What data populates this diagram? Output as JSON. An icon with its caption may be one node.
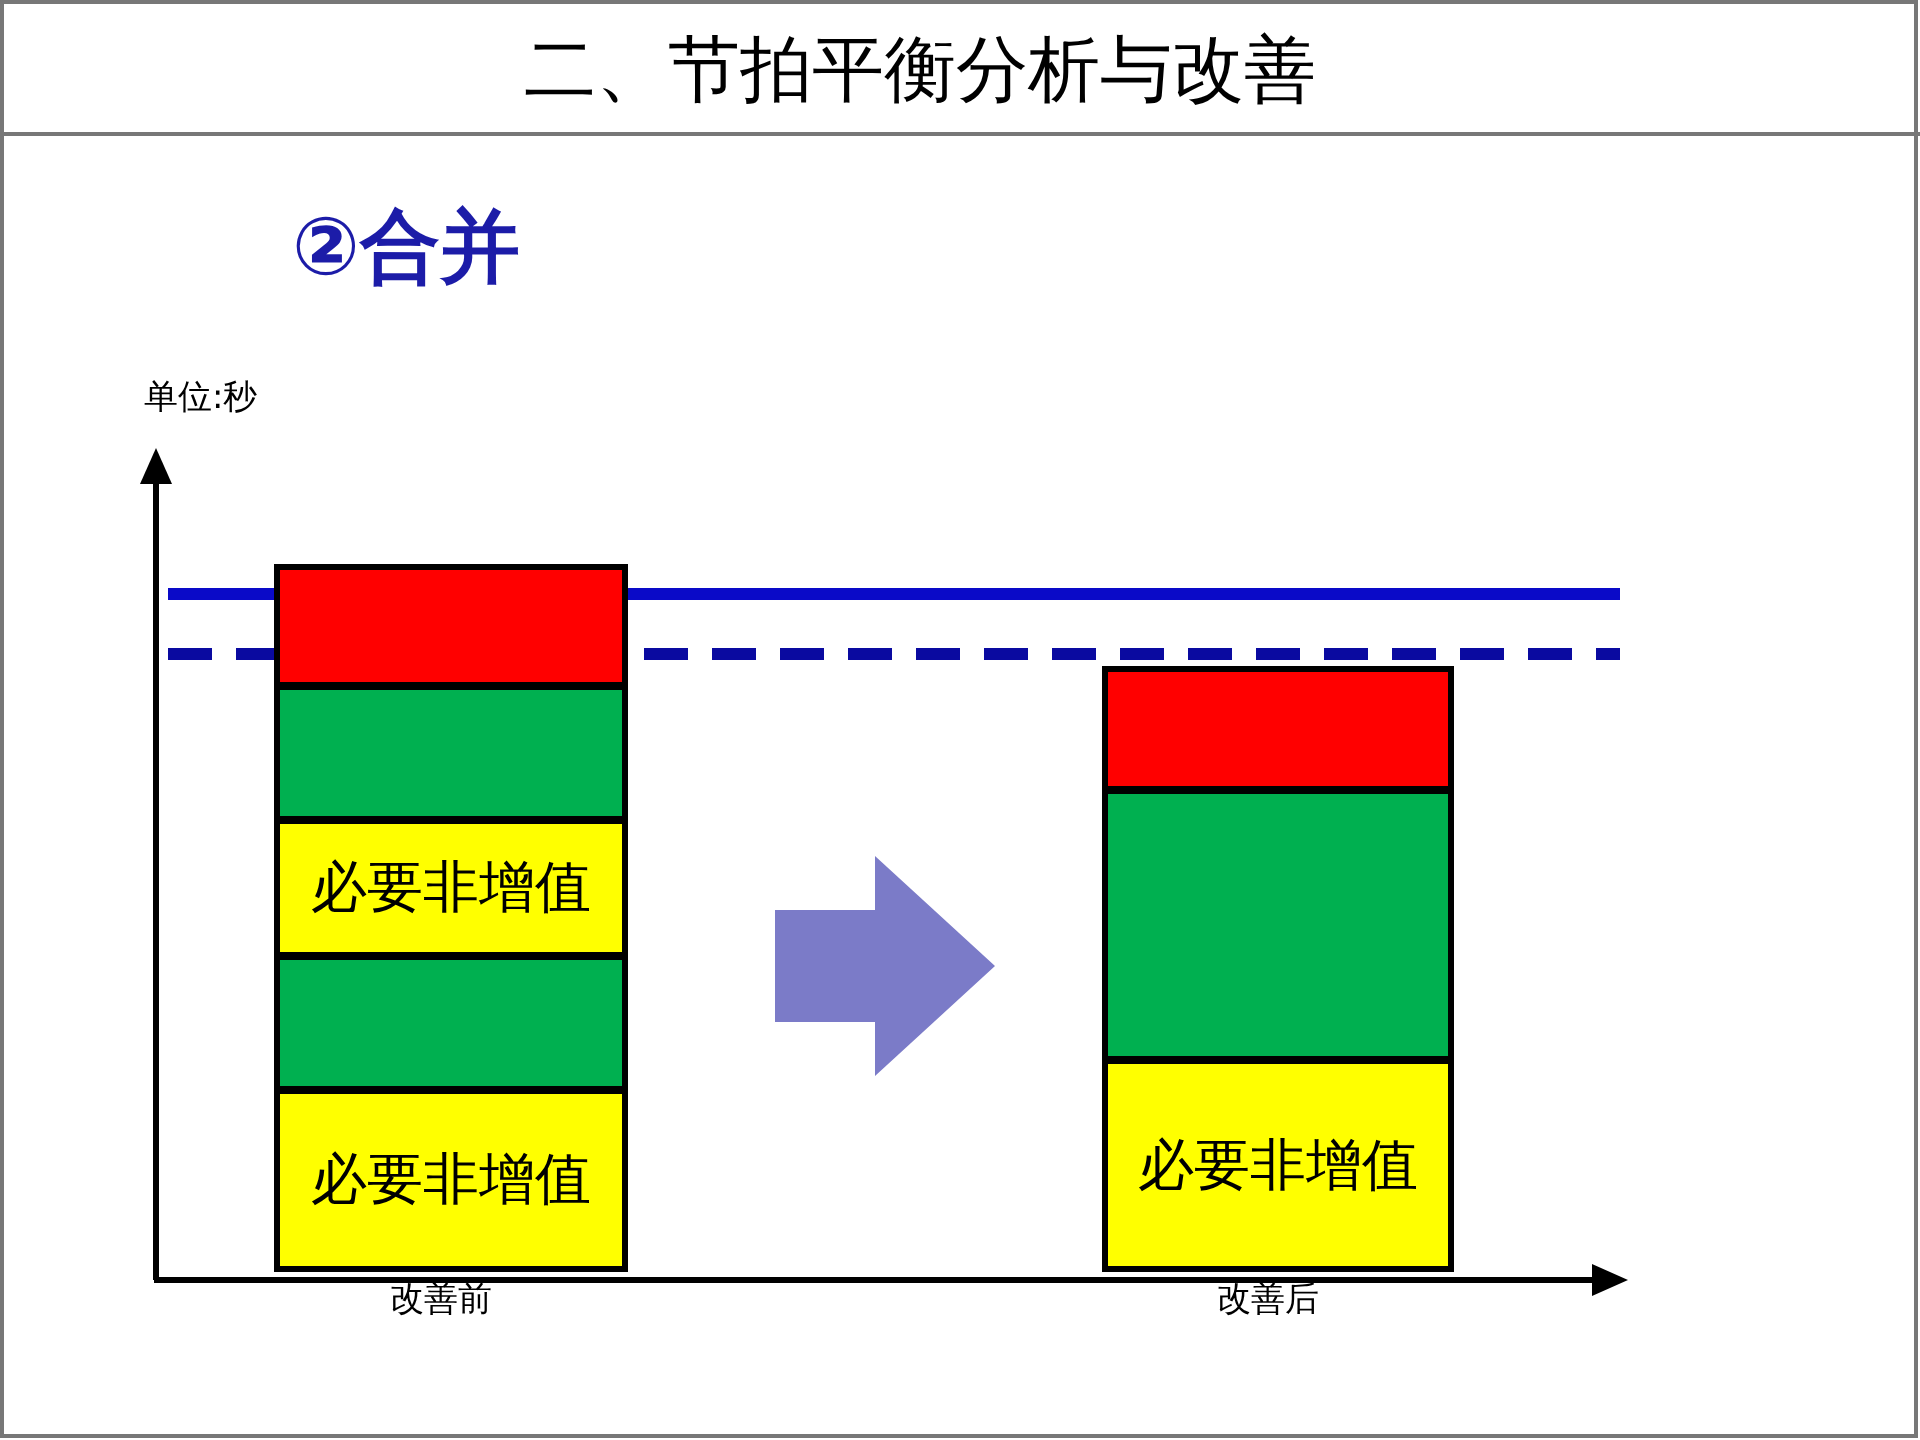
{
  "diagram": {
    "title": "二、节拍平衡分析与改善",
    "nodes": [
      {
        "text": [],
        "shape": "bar",
        "beside": [
          "改善前"
        ]
      },
      {
        "text": [],
        "shape": "box",
        "in": 0
      },
      {
        "text": [],
        "shape": "box",
        "in": 0
      },
      {
        "text": [
          "必要非增值"
        ],
        "in": 0
      },
      {
        "text": [],
        "shape": "box",
        "in": 0
      },
      {
        "text": [
          "必要非增值"
        ],
        "in": 0
      },
      {
        "text": [],
        "shape": "bar",
        "beside": [
          "改善后"
        ]
      },
      {
        "text": [],
        "shape": "box",
        "in": 6
      },
      {
        "text": [],
        "shape": "box",
        "in": 6
      },
      {
        "text": [
          "必要非增值"
        ],
        "in": 6
      }
    ],
    "edges": [
      {
        "from": 0,
        "to": 6,
        "arrow": "to",
        "style": "thick",
        "color": "#7b7bc8"
      }
    ],
    "labels": [
      "②合并",
      "单位:秒"
    ]
  }
}
